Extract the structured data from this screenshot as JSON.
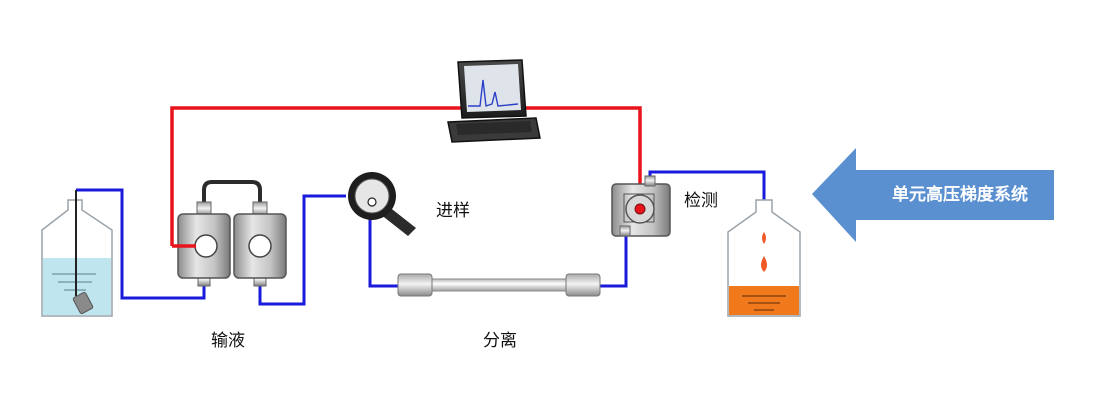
{
  "labels": {
    "delivery": "输液",
    "injection": "进样",
    "separation": "分离",
    "detection": "检测"
  },
  "callout": {
    "text": "单元高压梯度系统"
  },
  "colors": {
    "signal_line": "#e8141c",
    "flow_line": "#1a1adc",
    "arrow_fill": "#5a8fd0",
    "solvent": "#bfe6ef",
    "waste": "#f0791c",
    "drop": "#f05a28"
  }
}
